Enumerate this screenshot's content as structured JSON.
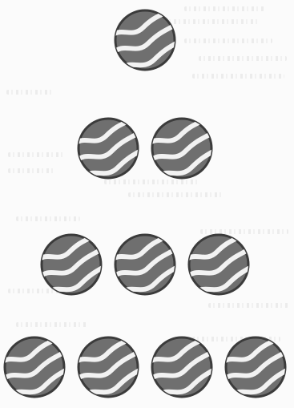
{
  "illustration": {
    "rows": [
      {
        "count": 1
      },
      {
        "count": 2
      },
      {
        "count": 3
      },
      {
        "count": 4
      }
    ],
    "ball_fill": "#6f6f6f",
    "stripe_color": "#f2f2f2",
    "outline_color": "#3b3b3b"
  }
}
